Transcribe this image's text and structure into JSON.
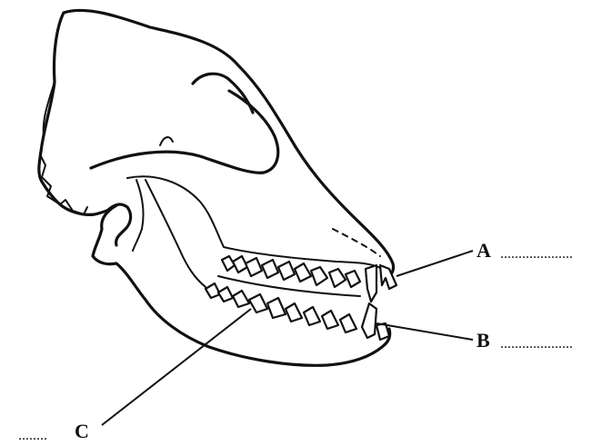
{
  "labels": [
    {
      "id": "A",
      "text": "A",
      "blank": "....................",
      "points_to": "incisor"
    },
    {
      "id": "B",
      "text": "B",
      "blank": "....................",
      "points_to": "canine"
    },
    {
      "id": "C",
      "text": "C",
      "blank": "........",
      "points_to": "premolar"
    }
  ],
  "colors": {
    "ink": "#111111",
    "background": "#ffffff"
  }
}
